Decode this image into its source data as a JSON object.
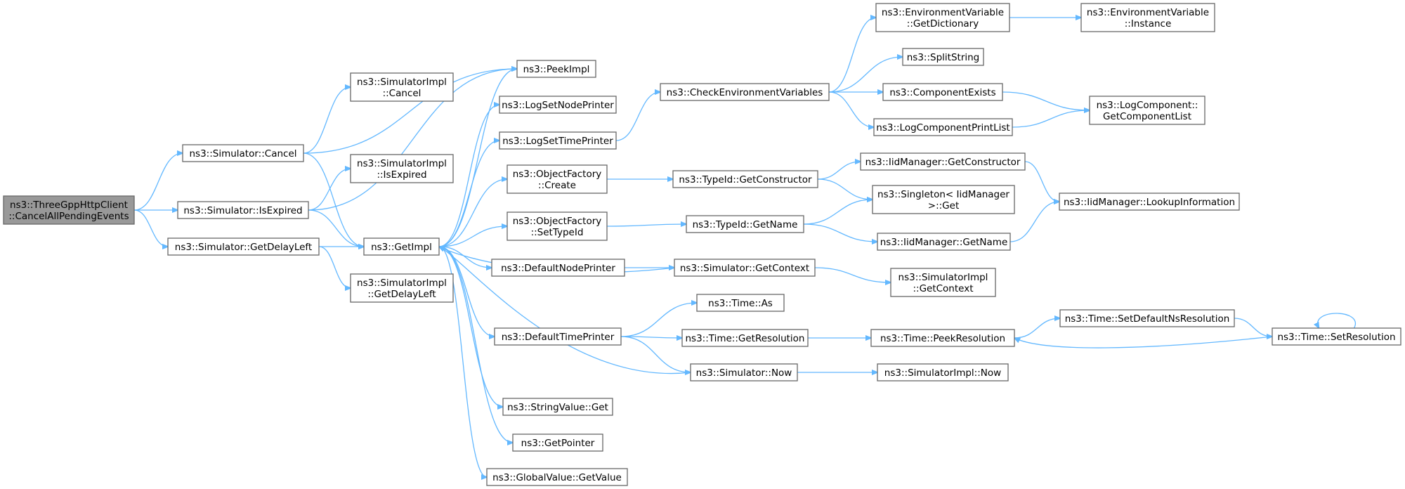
{
  "diagram": {
    "type": "call-graph",
    "edge_color": "#63b8ff",
    "node_border_color": "#666666",
    "root_fill_color": "#999999",
    "nodes": [
      {
        "id": "root",
        "lines": [
          "ns3::ThreeGppHttpClient",
          "::CancelAllPendingEvents"
        ],
        "root": true
      },
      {
        "id": "sim_cancel",
        "lines": [
          "ns3::Simulator::Cancel"
        ]
      },
      {
        "id": "sim_isexpired",
        "lines": [
          "ns3::Simulator::IsExpired"
        ]
      },
      {
        "id": "sim_getdelayleft",
        "lines": [
          "ns3::Simulator::GetDelayLeft"
        ]
      },
      {
        "id": "simimpl_cancel",
        "lines": [
          "ns3::SimulatorImpl",
          "::Cancel"
        ]
      },
      {
        "id": "simimpl_isexpired",
        "lines": [
          "ns3::SimulatorImpl",
          "::IsExpired"
        ]
      },
      {
        "id": "getimpl",
        "lines": [
          "ns3::GetImpl"
        ]
      },
      {
        "id": "simimpl_getdelayleft",
        "lines": [
          "ns3::SimulatorImpl",
          "::GetDelayLeft"
        ]
      },
      {
        "id": "peekimpl",
        "lines": [
          "ns3::PeekImpl"
        ]
      },
      {
        "id": "logsetnodeprinter",
        "lines": [
          "ns3::LogSetNodePrinter"
        ]
      },
      {
        "id": "logsettimeprinter",
        "lines": [
          "ns3::LogSetTimePrinter"
        ]
      },
      {
        "id": "of_create",
        "lines": [
          "ns3::ObjectFactory",
          "::Create"
        ]
      },
      {
        "id": "of_settypeid",
        "lines": [
          "ns3::ObjectFactory",
          "::SetTypeId"
        ]
      },
      {
        "id": "defaultnodeprinter",
        "lines": [
          "ns3::DefaultNodePrinter"
        ]
      },
      {
        "id": "defaulttimeprinter",
        "lines": [
          "ns3::DefaultTimePrinter"
        ]
      },
      {
        "id": "stringvalue_get",
        "lines": [
          "ns3::StringValue::Get"
        ]
      },
      {
        "id": "getpointer",
        "lines": [
          "ns3::GetPointer"
        ]
      },
      {
        "id": "globalvalue_getvalue",
        "lines": [
          "ns3::GlobalValue::GetValue"
        ]
      },
      {
        "id": "checkenv",
        "lines": [
          "ns3::CheckEnvironmentVariables"
        ]
      },
      {
        "id": "typeid_getconstructor",
        "lines": [
          "ns3::TypeId::GetConstructor"
        ]
      },
      {
        "id": "typeid_getname",
        "lines": [
          "ns3::TypeId::GetName"
        ]
      },
      {
        "id": "sim_getcontext",
        "lines": [
          "ns3::Simulator::GetContext"
        ]
      },
      {
        "id": "time_as",
        "lines": [
          "ns3::Time::As"
        ]
      },
      {
        "id": "time_getresolution",
        "lines": [
          "ns3::Time::GetResolution"
        ]
      },
      {
        "id": "sim_now",
        "lines": [
          "ns3::Simulator::Now"
        ]
      },
      {
        "id": "envvar_getdictionary",
        "lines": [
          "ns3::EnvironmentVariable",
          "::GetDictionary"
        ]
      },
      {
        "id": "splitstring",
        "lines": [
          "ns3::SplitString"
        ]
      },
      {
        "id": "componentexists",
        "lines": [
          "ns3::ComponentExists"
        ]
      },
      {
        "id": "logcomponentprintlist",
        "lines": [
          "ns3::LogComponentPrintList"
        ]
      },
      {
        "id": "iid_getconstructor",
        "lines": [
          "ns3::IidManager::GetConstructor"
        ]
      },
      {
        "id": "singleton_get",
        "lines": [
          "ns3::Singleton< IidManager",
          ">::Get"
        ]
      },
      {
        "id": "iid_getname",
        "lines": [
          "ns3::IidManager::GetName"
        ]
      },
      {
        "id": "simimpl_getcontext",
        "lines": [
          "ns3::SimulatorImpl",
          "::GetContext"
        ]
      },
      {
        "id": "time_peekresolution",
        "lines": [
          "ns3::Time::PeekResolution"
        ]
      },
      {
        "id": "simimpl_now",
        "lines": [
          "ns3::SimulatorImpl::Now"
        ]
      },
      {
        "id": "envvar_instance",
        "lines": [
          "ns3::EnvironmentVariable",
          "::Instance"
        ]
      },
      {
        "id": "logcomponent_getlist",
        "lines": [
          "ns3::LogComponent::",
          "GetComponentList"
        ]
      },
      {
        "id": "iid_lookupinformation",
        "lines": [
          "ns3::IidManager::LookupInformation"
        ]
      },
      {
        "id": "time_setdefaultnsresolution",
        "lines": [
          "ns3::Time::SetDefaultNsResolution"
        ]
      },
      {
        "id": "time_setresolution",
        "lines": [
          "ns3::Time::SetResolution"
        ]
      }
    ],
    "edges": [
      [
        "root",
        "sim_cancel"
      ],
      [
        "root",
        "sim_isexpired"
      ],
      [
        "root",
        "sim_getdelayleft"
      ],
      [
        "sim_cancel",
        "simimpl_cancel"
      ],
      [
        "sim_cancel",
        "peekimpl"
      ],
      [
        "sim_cancel",
        "getimpl"
      ],
      [
        "sim_isexpired",
        "simimpl_isexpired"
      ],
      [
        "sim_isexpired",
        "peekimpl"
      ],
      [
        "sim_isexpired",
        "getimpl"
      ],
      [
        "sim_getdelayleft",
        "getimpl"
      ],
      [
        "sim_getdelayleft",
        "simimpl_getdelayleft"
      ],
      [
        "getimpl",
        "peekimpl"
      ],
      [
        "getimpl",
        "logsetnodeprinter"
      ],
      [
        "getimpl",
        "logsettimeprinter"
      ],
      [
        "getimpl",
        "of_create"
      ],
      [
        "getimpl",
        "of_settypeid"
      ],
      [
        "getimpl",
        "defaultnodeprinter"
      ],
      [
        "getimpl",
        "defaulttimeprinter"
      ],
      [
        "getimpl",
        "stringvalue_get"
      ],
      [
        "getimpl",
        "getpointer"
      ],
      [
        "getimpl",
        "globalvalue_getvalue"
      ],
      [
        "logsettimeprinter",
        "checkenv"
      ],
      [
        "of_create",
        "typeid_getconstructor"
      ],
      [
        "of_settypeid",
        "typeid_getname"
      ],
      [
        "defaultnodeprinter",
        "sim_getcontext"
      ],
      [
        "sim_getcontext",
        "getimpl"
      ],
      [
        "sim_getcontext",
        "simimpl_getcontext"
      ],
      [
        "defaulttimeprinter",
        "time_as"
      ],
      [
        "defaulttimeprinter",
        "time_getresolution"
      ],
      [
        "defaulttimeprinter",
        "sim_now"
      ],
      [
        "sim_now",
        "getimpl"
      ],
      [
        "sim_now",
        "simimpl_now"
      ],
      [
        "checkenv",
        "envvar_getdictionary"
      ],
      [
        "checkenv",
        "splitstring"
      ],
      [
        "checkenv",
        "componentexists"
      ],
      [
        "checkenv",
        "logcomponentprintlist"
      ],
      [
        "envvar_getdictionary",
        "envvar_instance"
      ],
      [
        "componentexists",
        "logcomponent_getlist"
      ],
      [
        "logcomponentprintlist",
        "logcomponent_getlist"
      ],
      [
        "typeid_getconstructor",
        "iid_getconstructor"
      ],
      [
        "typeid_getconstructor",
        "singleton_get"
      ],
      [
        "typeid_getname",
        "singleton_get"
      ],
      [
        "typeid_getname",
        "iid_getname"
      ],
      [
        "iid_getconstructor",
        "iid_lookupinformation"
      ],
      [
        "iid_getname",
        "iid_lookupinformation"
      ],
      [
        "time_getresolution",
        "time_peekresolution"
      ],
      [
        "time_peekresolution",
        "time_setdefaultnsresolution"
      ],
      [
        "time_setdefaultnsresolution",
        "time_setresolution"
      ],
      [
        "time_setresolution",
        "time_peekresolution"
      ],
      [
        "time_setresolution",
        "time_setresolution"
      ]
    ]
  }
}
